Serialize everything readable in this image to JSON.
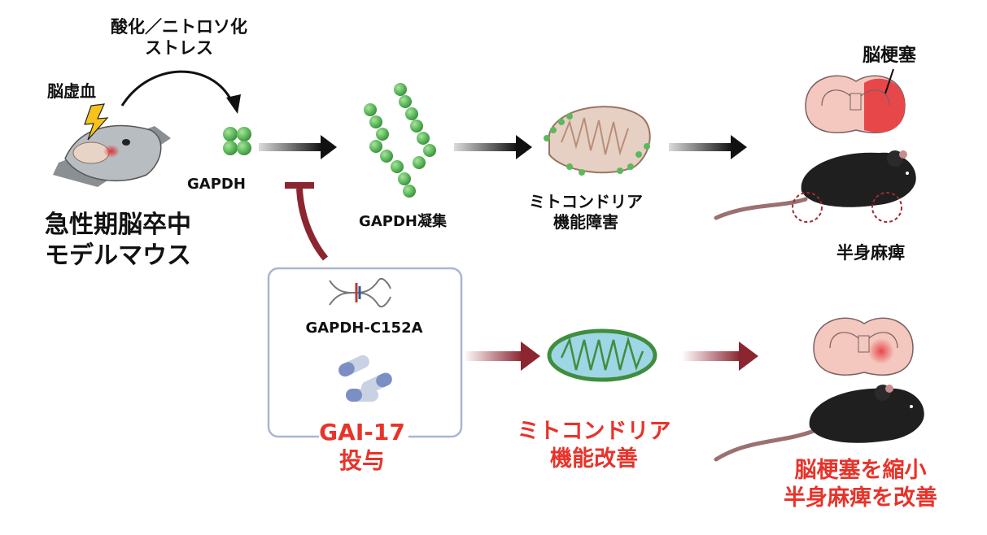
{
  "labels": {
    "stress": "酸化／ニトロソ化\nストレス",
    "ischemia": "脳虚血",
    "model": "急性期脳卒中\nモデルマウス",
    "gapdh": "GAPDH",
    "aggregation": "GAPDH凝集",
    "mito_dysfunction": "ミトコンドリア\n機能障害",
    "infarct": "脳梗塞",
    "hemiplegia": "半身麻痺",
    "c152a": "GAPDH-C152A",
    "gai17": "GAI-17\n投与",
    "mito_improve": "ミトコンドリア\n機能改善",
    "result": "脳梗塞を縮小\n半身麻痺を改善"
  },
  "colors": {
    "gapdh_green": "#5cb85c",
    "arrow_black": "#111111",
    "arrow_red": "#8b2530",
    "accent_red": "#e8332a",
    "box_border": "#a7b6d6",
    "brain_pink": "#f4c8bf",
    "infarct_red": "#e8474a",
    "mito_blue": "#9fd6e6",
    "mouse_black": "#1f1f1f"
  }
}
